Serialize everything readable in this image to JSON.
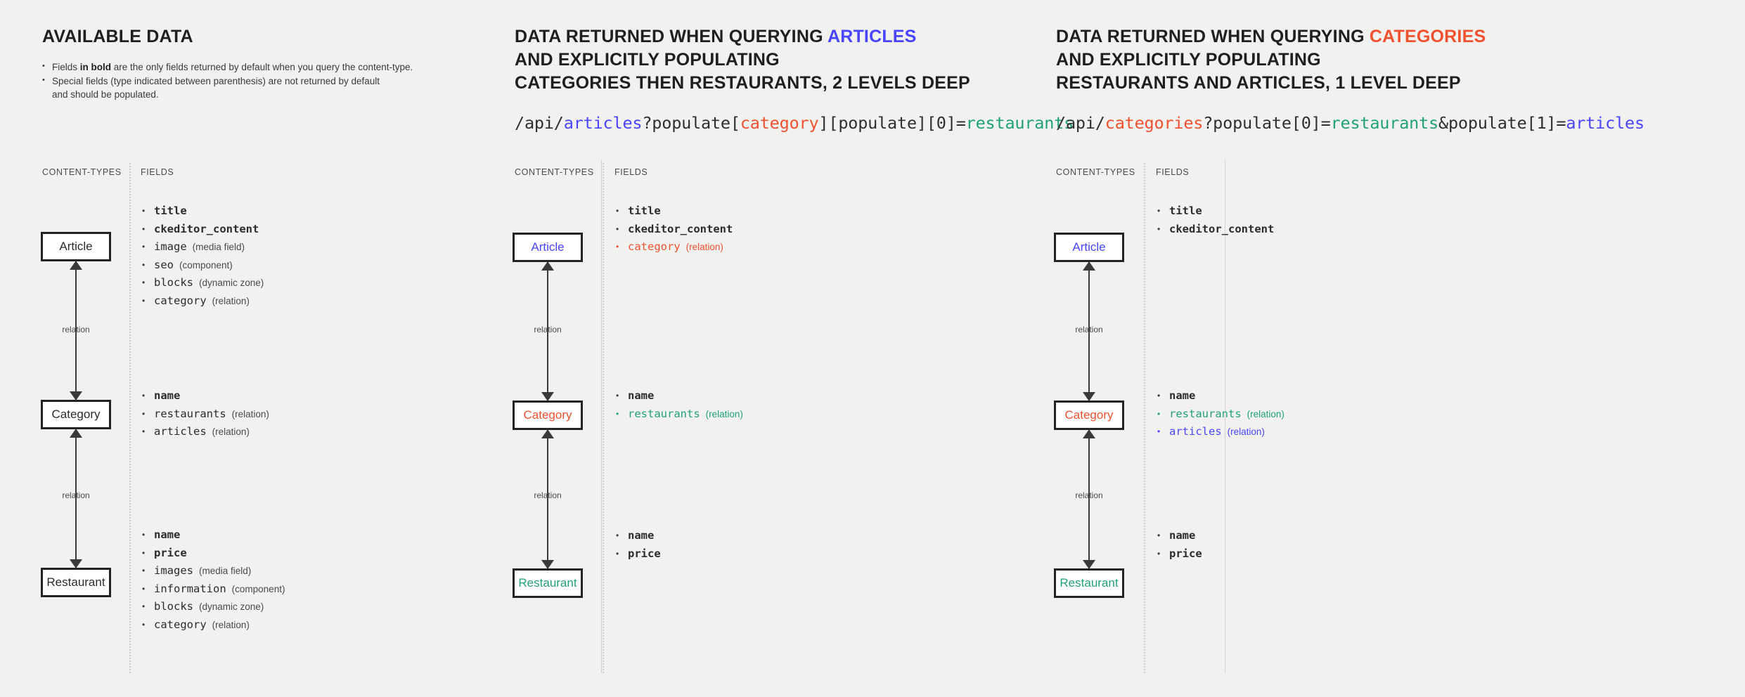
{
  "panels": [
    {
      "id": "available-data",
      "title": {
        "text": "AVAILABLE DATA",
        "highlight": "",
        "highlight_color": ""
      },
      "title_lines": [
        "AVAILABLE DATA"
      ],
      "notes": [
        {
          "prefix": "Fields ",
          "bold": "in bold",
          "suffix": " are the only fields returned by default when you query the content-type."
        },
        {
          "prefix": "Special fields (type indicated between parenthesis) are not returned by default",
          "bold": "",
          "suffix": ""
        }
      ],
      "note_continuation": "and should be populated.",
      "api_url": null,
      "columns": {
        "content_types": "CONTENT-TYPES",
        "fields": "FIELDS"
      },
      "nodes": [
        {
          "label": "Article",
          "color": "default"
        },
        {
          "label": "Category",
          "color": "default"
        },
        {
          "label": "Restaurant",
          "color": "default"
        }
      ],
      "arrow_labels": [
        "relation",
        "relation"
      ],
      "field_groups": [
        [
          {
            "name": "title",
            "type": "",
            "bold": true,
            "color": "default"
          },
          {
            "name": "ckeditor_content",
            "type": "",
            "bold": true,
            "color": "default"
          },
          {
            "name": "image",
            "type": "(media field)",
            "bold": false,
            "color": "default"
          },
          {
            "name": "seo",
            "type": "(component)",
            "bold": false,
            "color": "default"
          },
          {
            "name": "blocks",
            "type": "(dynamic zone)",
            "bold": false,
            "color": "default"
          },
          {
            "name": "category",
            "type": "(relation)",
            "bold": false,
            "color": "default"
          }
        ],
        [
          {
            "name": "name",
            "type": "",
            "bold": true,
            "color": "default"
          },
          {
            "name": "restaurants",
            "type": "(relation)",
            "bold": false,
            "color": "default"
          },
          {
            "name": "articles",
            "type": "(relation)",
            "bold": false,
            "color": "default"
          }
        ],
        [
          {
            "name": "name",
            "type": "",
            "bold": true,
            "color": "default"
          },
          {
            "name": "price",
            "type": "",
            "bold": true,
            "color": "default"
          },
          {
            "name": "images",
            "type": "(media field)",
            "bold": false,
            "color": "default"
          },
          {
            "name": "information",
            "type": "(component)",
            "bold": false,
            "color": "default"
          },
          {
            "name": "blocks",
            "type": "(dynamic zone)",
            "bold": false,
            "color": "default"
          },
          {
            "name": "category",
            "type": "(relation)",
            "bold": false,
            "color": "default"
          }
        ]
      ]
    },
    {
      "id": "query-articles",
      "title_line1_a": "DATA RETURNED WHEN QUERYING ",
      "title_line1_b": "ARTICLES",
      "title_line2": "AND EXPLICITLY POPULATING",
      "title_line3": "CATEGORIES THEN RESTAURANTS, 2 LEVELS DEEP",
      "api_url_parts": [
        {
          "t": "/api/",
          "c": "plain"
        },
        {
          "t": "articles",
          "c": "blue"
        },
        {
          "t": "?populate[",
          "c": "plain"
        },
        {
          "t": "category",
          "c": "red"
        },
        {
          "t": "][populate][0]=",
          "c": "plain"
        },
        {
          "t": "restaurants",
          "c": "green"
        }
      ],
      "columns": {
        "content_types": "CONTENT-TYPES",
        "fields": "FIELDS"
      },
      "nodes": [
        {
          "label": "Article",
          "color": "blue"
        },
        {
          "label": "Category",
          "color": "red"
        },
        {
          "label": "Restaurant",
          "color": "green"
        }
      ],
      "arrow_labels": [
        "relation",
        "relation"
      ],
      "field_groups": [
        [
          {
            "name": "title",
            "type": "",
            "bold": true,
            "color": "default"
          },
          {
            "name": "ckeditor_content",
            "type": "",
            "bold": true,
            "color": "default"
          },
          {
            "name": "category",
            "type": "(relation)",
            "bold": false,
            "color": "red"
          }
        ],
        [
          {
            "name": "name",
            "type": "",
            "bold": true,
            "color": "default"
          },
          {
            "name": "restaurants",
            "type": "(relation)",
            "bold": false,
            "color": "green"
          }
        ],
        [
          {
            "name": "name",
            "type": "",
            "bold": true,
            "color": "default"
          },
          {
            "name": "price",
            "type": "",
            "bold": true,
            "color": "default"
          }
        ]
      ]
    },
    {
      "id": "query-categories",
      "title_line1_a": "DATA RETURNED WHEN QUERYING ",
      "title_line1_b": "CATEGORIES",
      "title_line2": "AND EXPLICITLY POPULATING",
      "title_line3": "RESTAURANTS AND ARTICLES, 1 LEVEL DEEP",
      "api_url_parts": [
        {
          "t": "/api/",
          "c": "plain"
        },
        {
          "t": "categories",
          "c": "red"
        },
        {
          "t": "?populate[0]=",
          "c": "plain"
        },
        {
          "t": "restaurants",
          "c": "green"
        },
        {
          "t": "&populate[1]=",
          "c": "plain"
        },
        {
          "t": "articles",
          "c": "blue"
        }
      ],
      "columns": {
        "content_types": "CONTENT-TYPES",
        "fields": "FIELDS"
      },
      "nodes": [
        {
          "label": "Article",
          "color": "blue"
        },
        {
          "label": "Category",
          "color": "red"
        },
        {
          "label": "Restaurant",
          "color": "green"
        }
      ],
      "arrow_labels": [
        "relation",
        "relation"
      ],
      "field_groups": [
        [
          {
            "name": "title",
            "type": "",
            "bold": true,
            "color": "default"
          },
          {
            "name": "ckeditor_content",
            "type": "",
            "bold": true,
            "color": "default"
          }
        ],
        [
          {
            "name": "name",
            "type": "",
            "bold": true,
            "color": "default"
          },
          {
            "name": "restaurants",
            "type": "(relation)",
            "bold": false,
            "color": "green"
          },
          {
            "name": "articles",
            "type": "(relation)",
            "bold": false,
            "color": "blue"
          }
        ],
        [
          {
            "name": "name",
            "type": "",
            "bold": true,
            "color": "default"
          },
          {
            "name": "price",
            "type": "",
            "bold": true,
            "color": "default"
          }
        ]
      ]
    }
  ],
  "colors": {
    "background": "#f1f1f0",
    "blue": "#4945ff",
    "red": "#f0512f",
    "green": "#21a179",
    "ink": "#2b2b2b",
    "divider": "#d2d2d0"
  }
}
